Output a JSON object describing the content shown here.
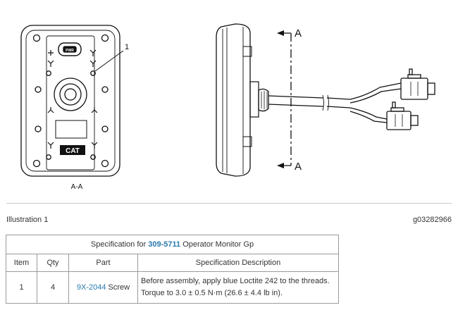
{
  "figure": {
    "callout_number": "1",
    "view_label": "A-A",
    "section_marker_top": "A",
    "section_marker_bottom": "A",
    "panel_button_text": "PWR",
    "panel_logo_text": "CAT"
  },
  "caption": {
    "illustration_label": "Illustration 1",
    "graphic_id": "g03282966"
  },
  "spec_table": {
    "title_prefix": "Specification for ",
    "title_part_number": "309-5711",
    "title_suffix": " Operator Monitor Gp",
    "headers": {
      "item": "Item",
      "qty": "Qty",
      "part": "Part",
      "description": "Specification Description"
    },
    "rows": [
      {
        "item": "1",
        "qty": "4",
        "part_number": "9X-2044",
        "part_name": " Screw",
        "description_line1": "Before assembly, apply blue Loctite 242 to the threads.",
        "description_line2": "Torque to 3.0 ± 0.5 N·m (26.6 ± 4.4 lb in)."
      }
    ]
  },
  "colors": {
    "link": "#2a7ab0",
    "rule": "#c8c8c8",
    "table_border": "#9a9a9a"
  }
}
